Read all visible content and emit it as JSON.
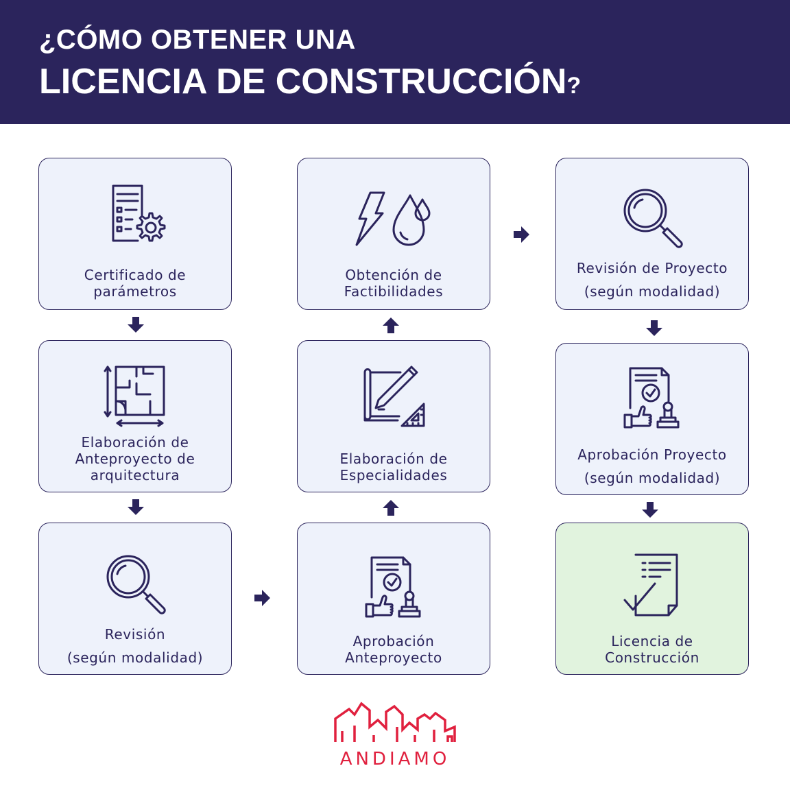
{
  "header": {
    "line1": "¿CÓMO OBTENER UNA",
    "line2": "LICENCIA DE CONSTRUCCIÓN",
    "line2_suffix": "?",
    "background": "#2b245c"
  },
  "steps": [
    {
      "lines": [
        "Certificado de",
        "parámetros"
      ],
      "icon": "document-gear-icon"
    },
    {
      "lines": [
        "Elaboración de",
        "Anteproyecto de",
        "arquitectura"
      ],
      "icon": "floor-plan-icon"
    },
    {
      "lines": [
        "Revisión",
        "(según modalidad)"
      ],
      "icon": "magnifier-icon"
    },
    {
      "lines": [
        "Aprobación",
        "Anteproyecto"
      ],
      "icon": "approved-document-icon"
    },
    {
      "lines": [
        "Elaboración de",
        "Especialidades"
      ],
      "icon": "blueprint-pencil-icon"
    },
    {
      "lines": [
        "Obtención de",
        "Factibilidades"
      ],
      "icon": "lightning-water-icon"
    },
    {
      "lines": [
        "Revisión de Proyecto",
        "(según modalidad)"
      ],
      "icon": "magnifier-icon"
    },
    {
      "lines": [
        "Aprobación Proyecto",
        "(según modalidad)"
      ],
      "icon": "approved-document-icon"
    },
    {
      "lines": [
        "Licencia de",
        "Construcción"
      ],
      "icon": "signed-document-icon"
    }
  ],
  "colors": {
    "navy": "#2b245c",
    "box": "#eef2fb",
    "final_box": "#e1f3de",
    "brand_red": "#e0203e"
  },
  "logo": {
    "text": "ANDIAMO",
    "icon": "city-buildings-icon"
  }
}
